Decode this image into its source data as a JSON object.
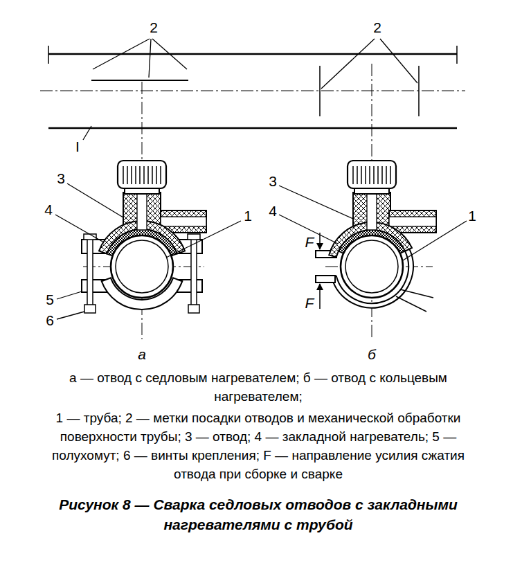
{
  "diagram": {
    "caption": "Рисунок 8 — Сварка седловых отводов с закладными нагревателями с трубой",
    "labels": [
      "2",
      "2",
      "I",
      "3",
      "4",
      "1",
      "5",
      "6",
      "а",
      "3",
      "4",
      "1",
      "F",
      "F",
      "б",
      "а — отвод с седловым нагревателем; б — отвод с кольцевым нагревателем;",
      "1 — труба; 2 — метки посадки отводов и механической обработки поверхности трубы; 3 — отвод; 4 — закладной нагреватель; 5 — полухомут; 6 — винты крепления; F — направление усилия сжатия отвода при сборке и сварке"
    ]
  }
}
